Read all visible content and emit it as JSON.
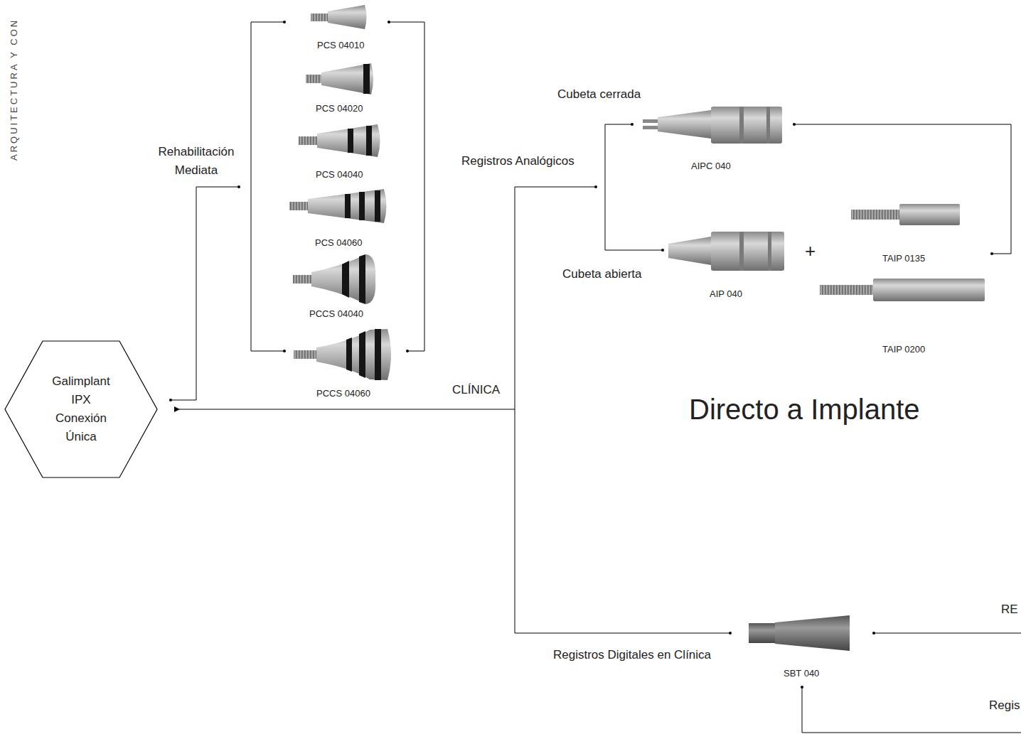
{
  "diagram": {
    "nodes": [
      {
        "text": [
          "Galimplant IPX Conexión Única"
        ]
      }
    ],
    "labels": [
      "ARQUITECTURA Y CON",
      "PCS 04010",
      "PCS 04020",
      "PCS 04040",
      "PCS 04060",
      "PCCS 04040",
      "PCCS 04060",
      "Rehabilitación Mediata",
      "Cubeta cerrada",
      "Registros Analógicos",
      "AIPC 040",
      "Cubeta abierta",
      "AIP 040",
      "+",
      "TAIP 0135",
      "TAIP 0200",
      "CLÍNICA",
      "Directo a Implante",
      "RE",
      "Registros Digitales en Clínica",
      "SBT 040",
      "Regis"
    ]
  }
}
